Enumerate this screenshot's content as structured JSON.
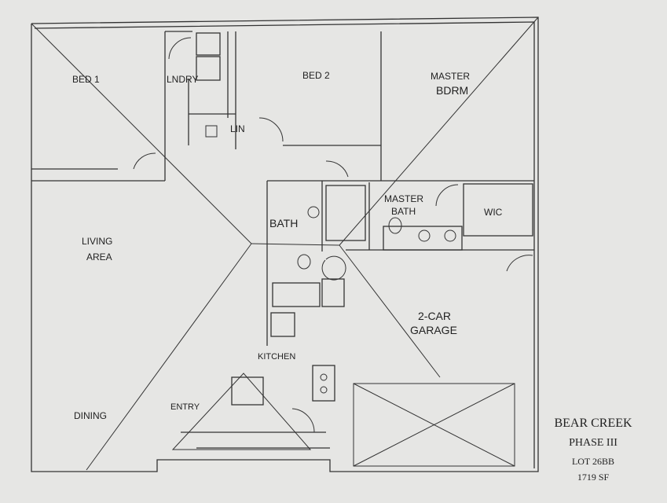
{
  "rooms": {
    "bed1": "BED 1",
    "laundry": "LNDRY",
    "bed2": "BED 2",
    "master_line1": "MASTER",
    "master_line2": "BDRM",
    "linen": "LIN",
    "bath": "BATH",
    "master_bath_line1": "MASTER",
    "master_bath_line2": "BATH",
    "wic": "WIC",
    "living_line1": "LIVING",
    "living_line2": "AREA",
    "garage_line1": "2-CAR",
    "garage_line2": "GARAGE",
    "kitchen": "KITCHEN",
    "dining": "DINING",
    "entry": "ENTRY"
  },
  "title_block": {
    "name": "BEAR CREEK",
    "phase": "PHASE III",
    "lot": "LOT 26BB",
    "area": "1719 SF"
  }
}
